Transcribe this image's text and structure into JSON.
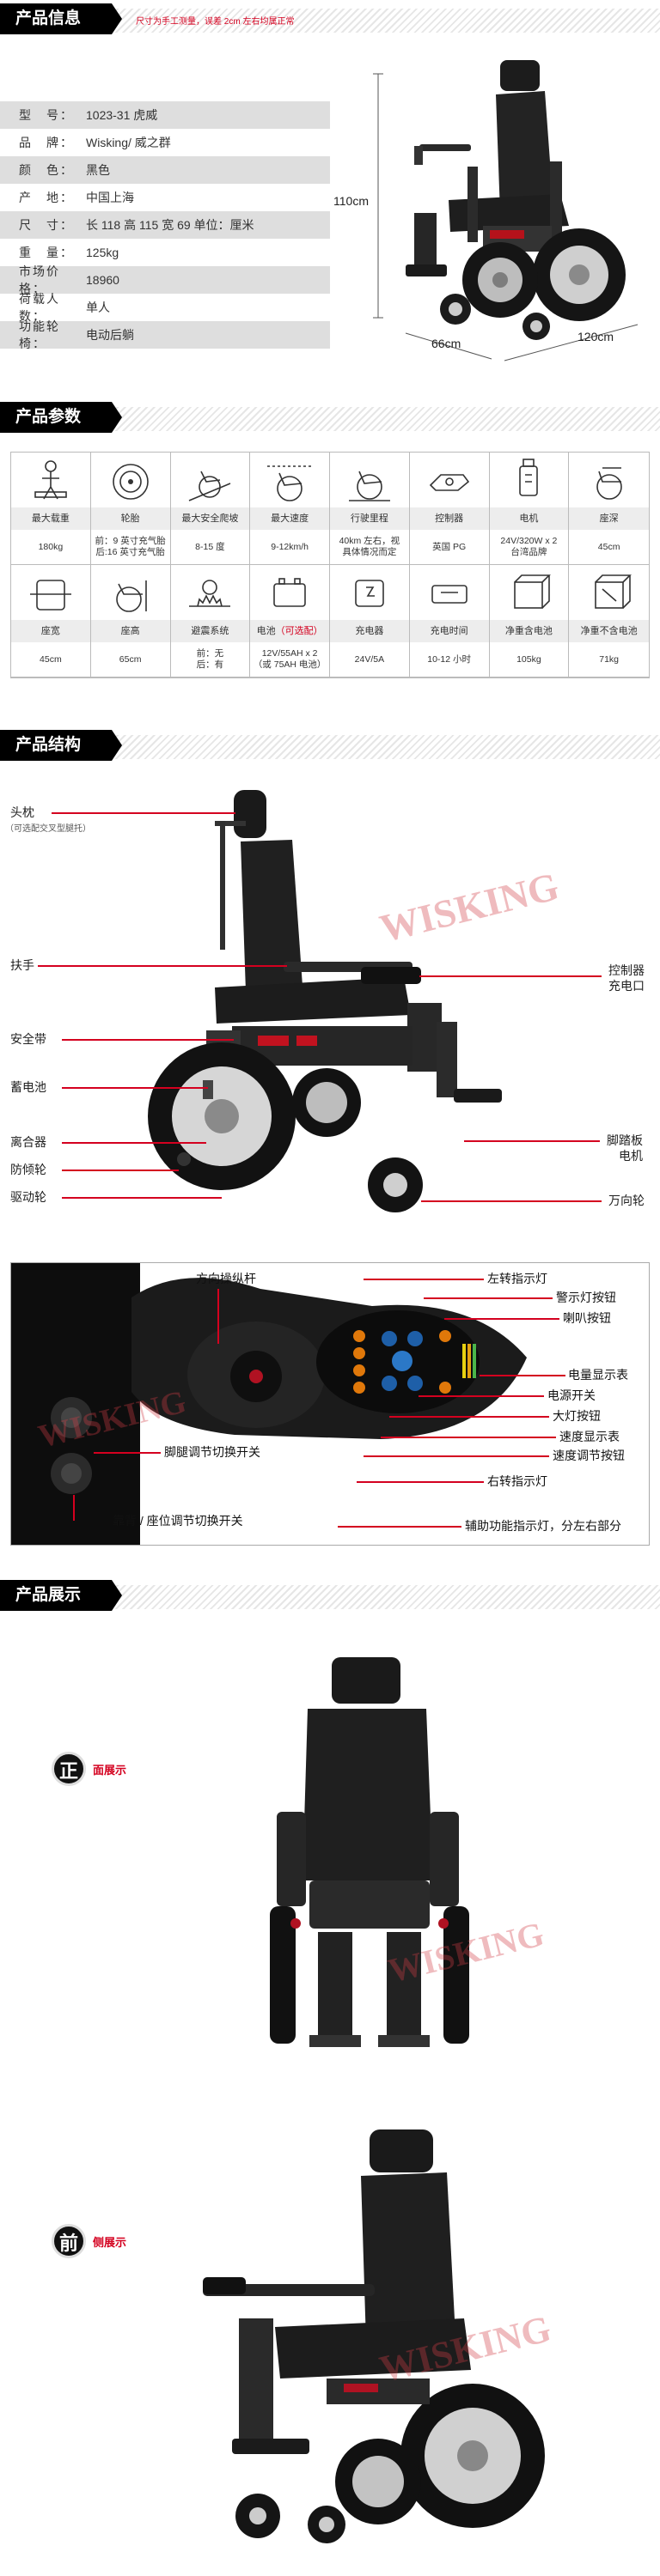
{
  "info_section": {
    "title": "产品信息",
    "note": "尺寸为手工测量，误差 2cm 左右均属正常",
    "rows": [
      {
        "k": "型　号：",
        "v": "1023-31 虎威"
      },
      {
        "k": "品　牌：",
        "v": "Wisking/ 威之群"
      },
      {
        "k": "颜　色：",
        "v": "黑色"
      },
      {
        "k": "产　地：",
        "v": "中国上海"
      },
      {
        "k": "尺　寸：",
        "v": "长 118  高 115  宽 69  单位：厘米"
      },
      {
        "k": "重　量：",
        "v": "125kg"
      },
      {
        "k": "市场价格：",
        "v": "18960"
      },
      {
        "k": "荷载人数：",
        "v": "单人"
      },
      {
        "k": "功能轮椅：",
        "v": "电动后躺"
      }
    ],
    "dim_height": "110cm",
    "dim_width": "66cm",
    "dim_length": "120cm"
  },
  "params_section": {
    "title": "产品参数",
    "row1": [
      {
        "icon": "person-load-icon",
        "label": "最大载重",
        "value": "180kg"
      },
      {
        "icon": "tire-icon",
        "label": "轮胎",
        "value": "前：9 英寸充气胎\n后:16 英寸充气胎"
      },
      {
        "icon": "slope-wheelchair-icon",
        "label": "最大安全爬坡",
        "value": "8-15 度"
      },
      {
        "icon": "speed-wheelchair-icon",
        "label": "最大速度",
        "value": "9-12km/h"
      },
      {
        "icon": "range-wheelchair-icon",
        "label": "行驶里程",
        "value": "40km 左右，视\n具体情况而定"
      },
      {
        "icon": "controller-icon",
        "label": "控制器",
        "value": "英国 PG"
      },
      {
        "icon": "motor-icon",
        "label": "电机",
        "value": "24V/320W x 2\n台湾品牌"
      },
      {
        "icon": "seat-depth-icon",
        "label": "座深",
        "value": "45cm"
      }
    ],
    "row2": [
      {
        "icon": "seat-width-icon",
        "label": "座宽",
        "value": "45cm"
      },
      {
        "icon": "seat-height-icon",
        "label": "座高",
        "value": "65cm"
      },
      {
        "icon": "shock-absorb-icon",
        "label": "避震系统",
        "value": "前：无\n后：有"
      },
      {
        "icon": "battery-icon",
        "label": "电池",
        "label_extra": "（可选配）",
        "value": "12V/55AH x 2\n（或 75AH 电池）"
      },
      {
        "icon": "charger-icon",
        "label": "充电器",
        "value": "24V/5A"
      },
      {
        "icon": "charge-time-icon",
        "label": "充电时间",
        "value": "10-12 小时"
      },
      {
        "icon": "weight-with-battery-icon",
        "label": "净重含电池",
        "value": "105kg"
      },
      {
        "icon": "weight-no-battery-icon",
        "label": "净重不含电池",
        "value": "71kg"
      }
    ]
  },
  "structure_section": {
    "title": "产品结构",
    "labels": {
      "headrest": "头枕",
      "headrest_note": "（可选配交叉型腿托）",
      "armrest": "扶手",
      "seatbelt": "安全带",
      "battery": "蓄电池",
      "clutch": "离合器",
      "anti_tip": "防倾轮",
      "drive_wheel": "驱动轮",
      "controller": "控制器",
      "charge_port": "充电口",
      "footrest": "脚踏板",
      "motor": "电机",
      "caster": "万向轮"
    },
    "watermark": "WISKING",
    "controller_labels": {
      "joystick": "方向操纵杆",
      "left_turn": "左转指示灯",
      "warning_btn": "警示灯按钮",
      "horn_btn": "喇叭按钮",
      "battery_meter": "电量显示表",
      "power_switch": "电源开关",
      "headlight_btn": "大灯按钮",
      "speed_display": "速度显示表",
      "speed_adjust": "速度调节按钮",
      "right_turn": "右转指示灯",
      "aux_light": "辅助功能指示灯，分左右部分",
      "leg_switch": "脚腿调节切换开关",
      "back_switch": "靠背 / 座位调节切换开关"
    }
  },
  "display_section": {
    "title": "产品展示",
    "front_char": "正",
    "front_label": "面展示",
    "side_char": "前",
    "side_label": "侧展示"
  },
  "colors": {
    "accent_red": "#d4001f",
    "bar_black": "#000000",
    "row_shade": "#dedede"
  }
}
